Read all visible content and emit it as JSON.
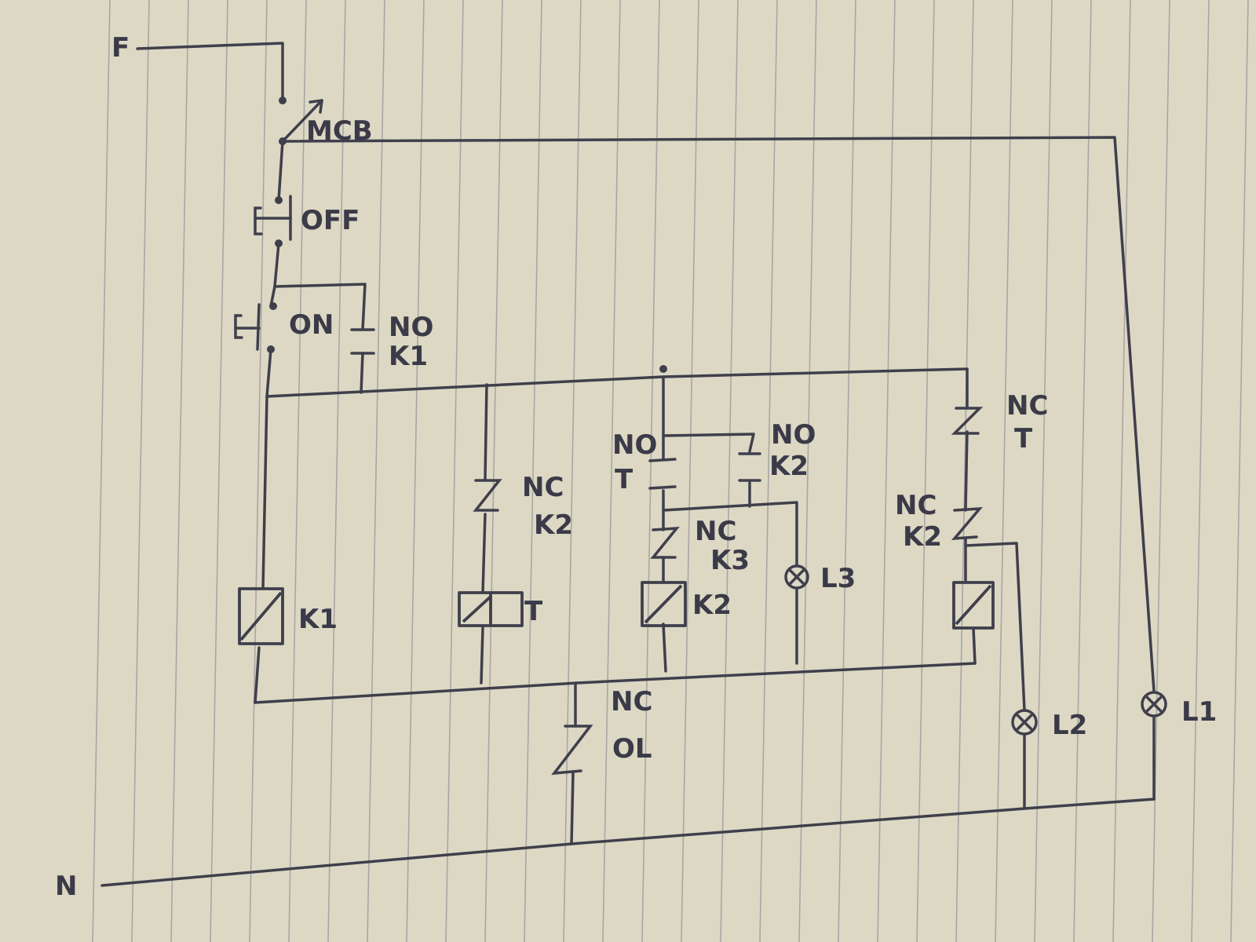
{
  "diagram": {
    "supply": {
      "phase": "F",
      "neutral": "N"
    },
    "breaker": {
      "label": "MCB"
    },
    "buttons": {
      "off": "OFF",
      "on": "ON"
    },
    "contacts": {
      "k1_hold_type": "NO",
      "k1_hold_ref": "K1",
      "t_nc_k2_type": "NC",
      "t_nc_k2_ref": "K2",
      "t_no_type": "NO",
      "t_no_ref": "T",
      "k2_hold_type": "NO",
      "k2_hold_ref": "K2",
      "k3_nc_type": "NC",
      "k3_nc_ref": "K3",
      "k3_nc_t_type": "NC",
      "k3_nc_t_ref": "T",
      "k3_nc_k2_type": "NC",
      "k3_nc_k2_ref": "K2",
      "ol_type": "NC",
      "ol_ref": "OL"
    },
    "coils": {
      "k1": "K1",
      "timer": "T",
      "k2": "K2"
    },
    "lamps": {
      "l1": "L1",
      "l2": "L2",
      "l3": "L3"
    }
  }
}
